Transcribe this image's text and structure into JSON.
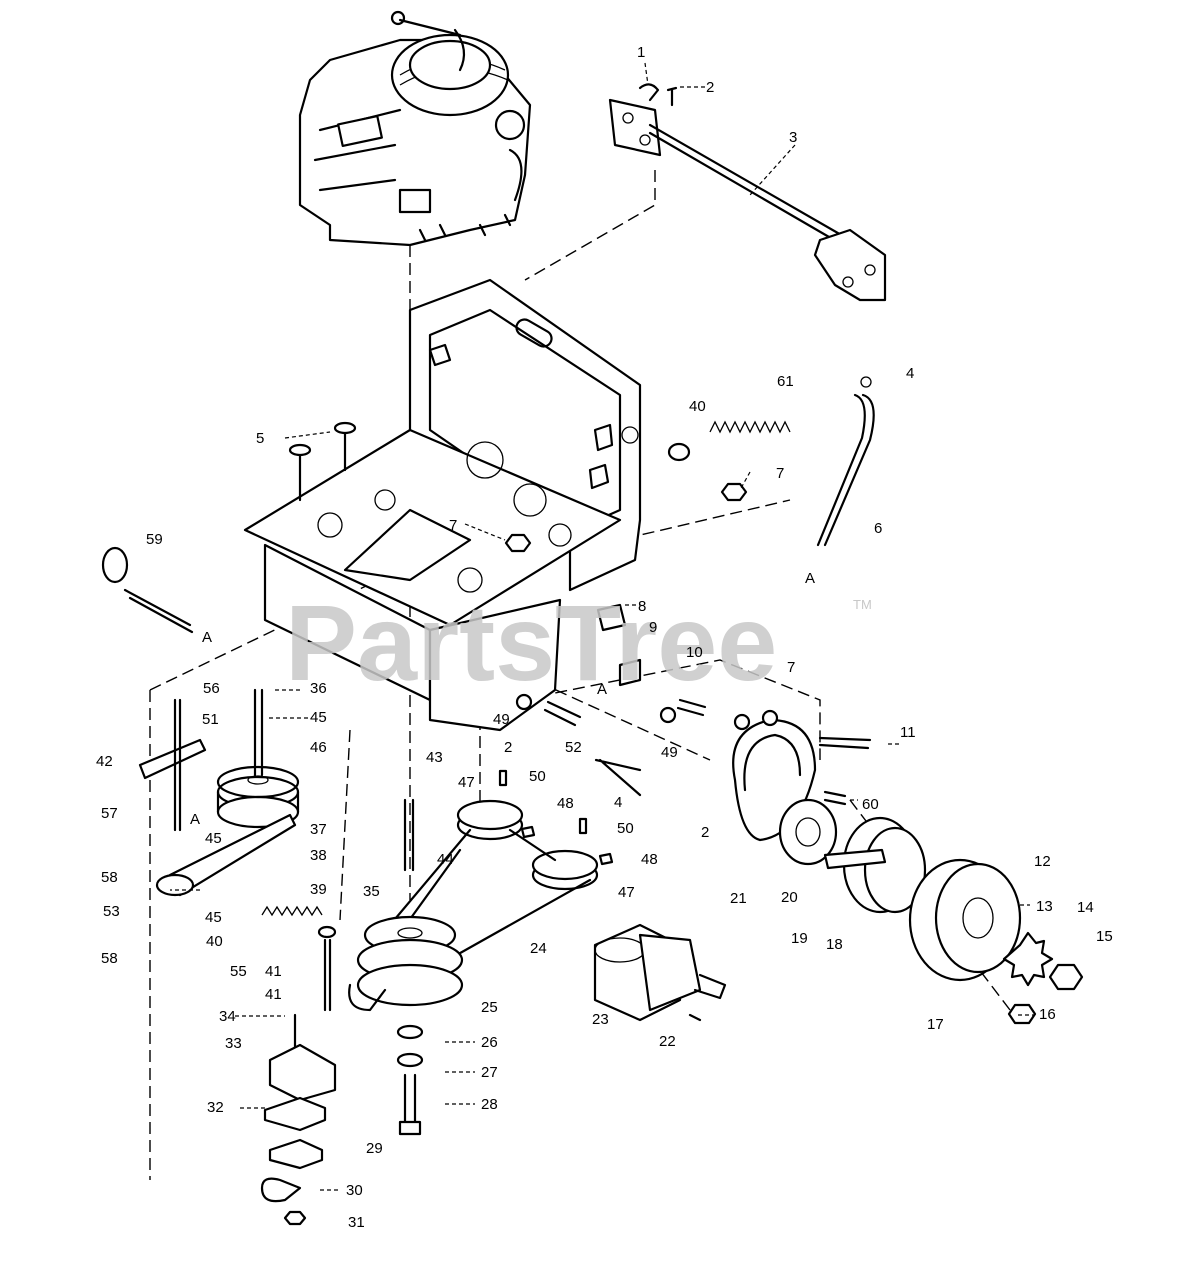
{
  "watermark": {
    "text": "PartsTree",
    "mark": "TM"
  },
  "labels": {
    "l1": "1",
    "l2": "2",
    "l3": "3",
    "l4": "4",
    "l5": "5",
    "l6": "6",
    "l7": "7",
    "l8": "8",
    "l9": "9",
    "l10": "10",
    "l11": "11",
    "l12": "12",
    "l13": "13",
    "l14": "14",
    "l15": "15",
    "l16": "16",
    "l17": "17",
    "l18": "18",
    "l19": "19",
    "l20": "20",
    "l21": "21",
    "l22": "22",
    "l23": "23",
    "l24": "24",
    "l25": "25",
    "l26": "26",
    "l27": "27",
    "l28": "28",
    "l29": "29",
    "l30": "30",
    "l31": "31",
    "l32": "32",
    "l33": "33",
    "l34": "34",
    "l35": "35",
    "l36": "36",
    "l37": "37",
    "l38": "38",
    "l39": "39",
    "l40": "40",
    "l41": "41",
    "l42": "42",
    "l43": "43",
    "l44": "44",
    "l45": "45",
    "l46": "46",
    "l47": "47",
    "l48": "48",
    "l49": "49",
    "l50": "50",
    "l51": "51",
    "l52": "52",
    "l53": "53",
    "l55": "55",
    "l56": "56",
    "l57": "57",
    "l58": "58",
    "l59": "59",
    "l60": "60",
    "l61": "61",
    "refA": "A"
  }
}
